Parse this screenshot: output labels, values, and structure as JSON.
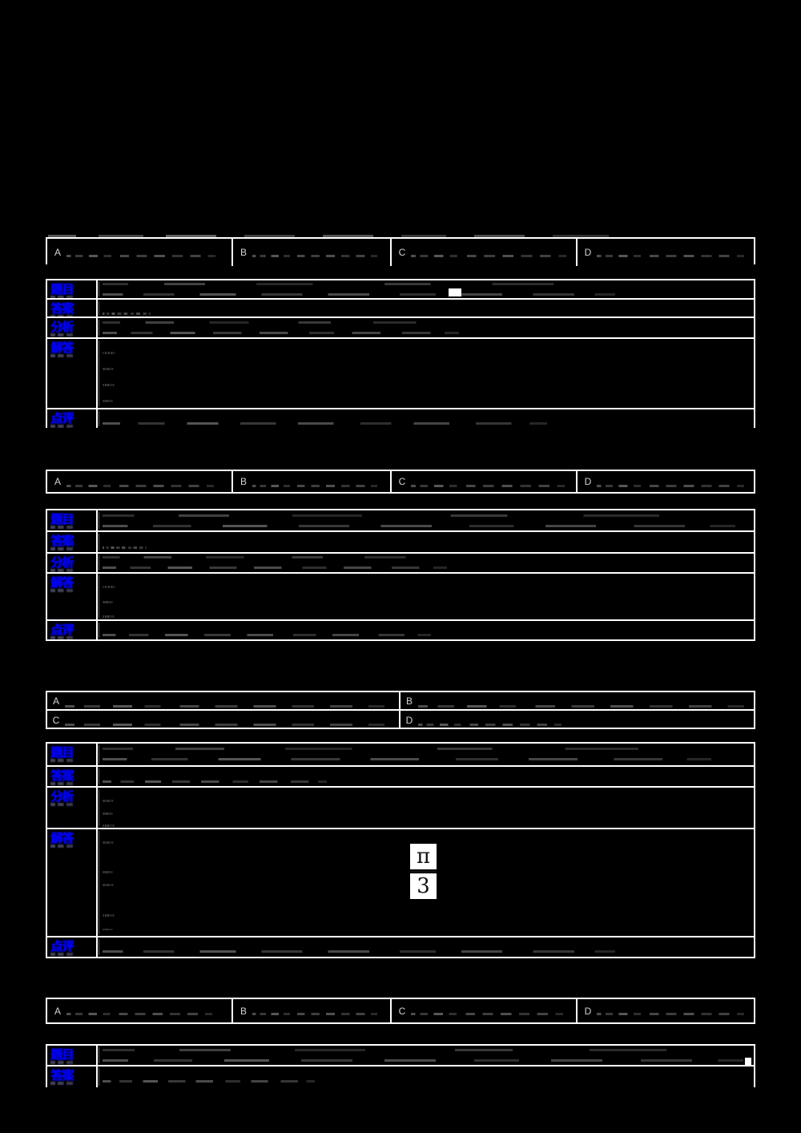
{
  "document": {
    "type": "exam-question-bank-page",
    "language": "zh",
    "page_background": "#000000",
    "rule_color": "#ffffff",
    "label_color": "#0000ee",
    "legibility_note": "body-text redacted / unreadable in source scan"
  },
  "labels": {
    "question": "题目",
    "answer": "答案",
    "analysis": "分析",
    "solution": "解答",
    "comment": "点评"
  },
  "option_letters": {
    "a": "A",
    "b": "B",
    "c": "C",
    "d": "D"
  },
  "math": {
    "fraction": {
      "numerator": "π",
      "denominator": "3"
    }
  },
  "blocks": [
    {
      "id": "block-1",
      "stem_lines": 1,
      "options_layout": "inline-4",
      "options": [
        {
          "letter": "A",
          "text": ""
        },
        {
          "letter": "B",
          "text": ""
        },
        {
          "letter": "C",
          "text": ""
        },
        {
          "letter": "D",
          "text": ""
        }
      ],
      "explanation_rows": [
        {
          "label": "题目",
          "lines": 1
        },
        {
          "label": "答案",
          "lines": 1
        },
        {
          "label": "分析",
          "lines": 1
        },
        {
          "label": "解答",
          "lines": 4
        },
        {
          "label": "点评",
          "lines": 1
        }
      ]
    },
    {
      "id": "block-2",
      "stem_lines": 0,
      "options_layout": "inline-4",
      "options": [
        {
          "letter": "A",
          "text": ""
        },
        {
          "letter": "B",
          "text": ""
        },
        {
          "letter": "C",
          "text": ""
        },
        {
          "letter": "D",
          "text": ""
        }
      ],
      "explanation_rows": [
        {
          "label": "题目",
          "lines": 1
        },
        {
          "label": "答案",
          "lines": 1
        },
        {
          "label": "分析",
          "lines": 1
        },
        {
          "label": "解答",
          "lines": 3
        },
        {
          "label": "点评",
          "lines": 1
        }
      ]
    },
    {
      "id": "block-3",
      "stem_lines": 0,
      "options_layout": "grid-2x2",
      "options": [
        {
          "letter": "A",
          "text": ""
        },
        {
          "letter": "B",
          "text": ""
        },
        {
          "letter": "C",
          "text": ""
        },
        {
          "letter": "D",
          "text": ""
        }
      ],
      "explanation_rows": [
        {
          "label": "题目",
          "lines": 1
        },
        {
          "label": "答案",
          "lines": 1
        },
        {
          "label": "分析",
          "lines": 3
        },
        {
          "label": "解答",
          "lines": 6,
          "contains_math": true
        },
        {
          "label": "点评",
          "lines": 1
        }
      ]
    },
    {
      "id": "block-4",
      "stem_lines": 0,
      "options_layout": "inline-4",
      "options": [
        {
          "letter": "A",
          "text": ""
        },
        {
          "letter": "B",
          "text": ""
        },
        {
          "letter": "C",
          "text": ""
        },
        {
          "letter": "D",
          "text": ""
        }
      ],
      "explanation_rows": [
        {
          "label": "题目",
          "lines": 1
        },
        {
          "label": "答案",
          "lines": 1
        }
      ]
    }
  ]
}
